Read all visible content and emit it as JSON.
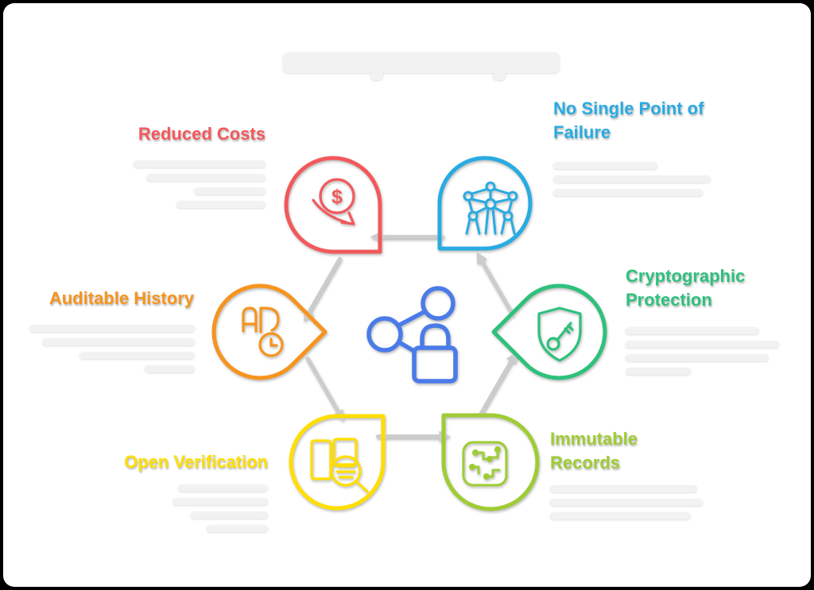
{
  "canvas": {
    "background": "#ffffff",
    "frame": "#000000"
  },
  "title": {
    "text_illegible": true,
    "bar_widths": [
      348
    ]
  },
  "hexagon": {
    "color": "#cccccc",
    "flow_direction": "counterclockwise"
  },
  "center_icon": {
    "name": "network-lock-icon",
    "color": "#4A7BE8"
  },
  "nodes": [
    {
      "label": "Reduced Costs",
      "color": "#F2595C",
      "icon": "dollar-trend-down-icon",
      "side": "left",
      "currency_symbol": "$",
      "desc_bar_widths": [
        166,
        150,
        90,
        112
      ]
    },
    {
      "label": "No Single Point of Failure",
      "color": "#29ABE2",
      "icon": "distributed-network-icon",
      "side": "right",
      "desc_bar_widths": [
        131,
        198,
        188
      ]
    },
    {
      "label": "Auditable History",
      "color": "#F7941E",
      "icon": "record-clock-icon",
      "side": "left",
      "desc_bar_widths": [
        208,
        192,
        145,
        63
      ]
    },
    {
      "label": "Cryptographic Protection",
      "color": "#2EC17C",
      "icon": "shield-key-icon",
      "side": "right",
      "desc_bar_widths": [
        168,
        193,
        180,
        82
      ]
    },
    {
      "label": "Open Verification",
      "color": "#FFDE00",
      "icon": "ledger-magnifier-icon",
      "side": "left",
      "desc_bar_widths": [
        113,
        120,
        97,
        77
      ]
    },
    {
      "label": "Immutable Records",
      "color": "#9FCC35",
      "icon": "chip-circuit-icon",
      "side": "right",
      "desc_bar_widths": [
        185,
        192,
        177
      ]
    }
  ]
}
